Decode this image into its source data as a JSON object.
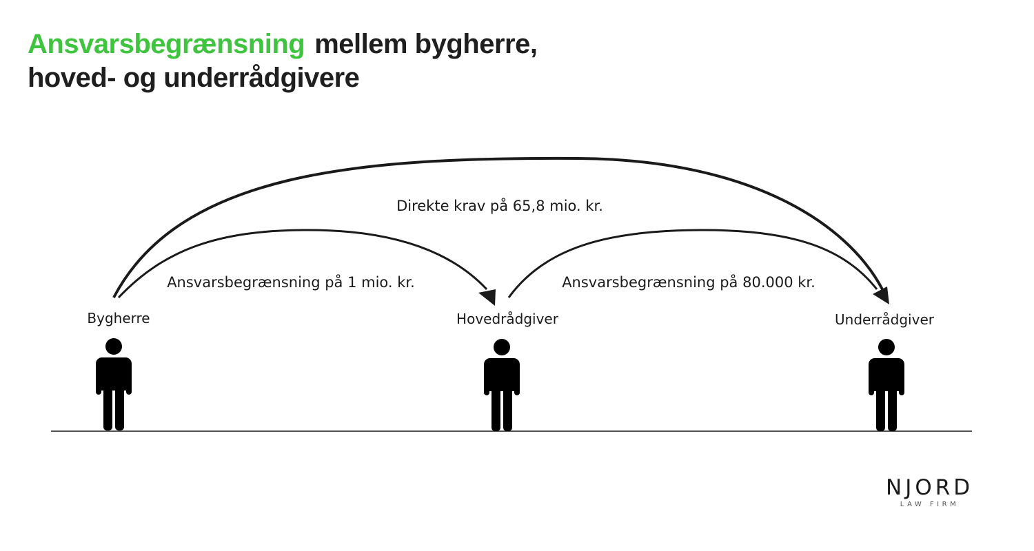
{
  "title": {
    "accent": "Ansvarsbegrænsning",
    "line1_rest": "mellem bygherre,",
    "line2": "hoved- og underrådgivere"
  },
  "colors": {
    "accent": "#3ec43e",
    "text": "#1a1a1a"
  },
  "parties": [
    {
      "label": "Bygherre",
      "icon": "person-icon"
    },
    {
      "label": "Hovedrådgiver",
      "icon": "person-icon"
    },
    {
      "label": "Underrådgiver",
      "icon": "person-icon"
    }
  ],
  "arcs": {
    "direct": {
      "label": "Direkte krav på 65,8 mio. kr.",
      "from": "Bygherre",
      "to": "Underrådgiver"
    },
    "first": {
      "label": "Ansvarsbegrænsning på 1 mio. kr.",
      "from": "Bygherre",
      "to": "Hovedrådgiver"
    },
    "second": {
      "label": "Ansvarsbegrænsning på 80.000 kr.",
      "from": "Hovedrådgiver",
      "to": "Underrådgiver"
    }
  },
  "logo": {
    "name": "NJORD",
    "subtitle": "LAW FIRM"
  }
}
